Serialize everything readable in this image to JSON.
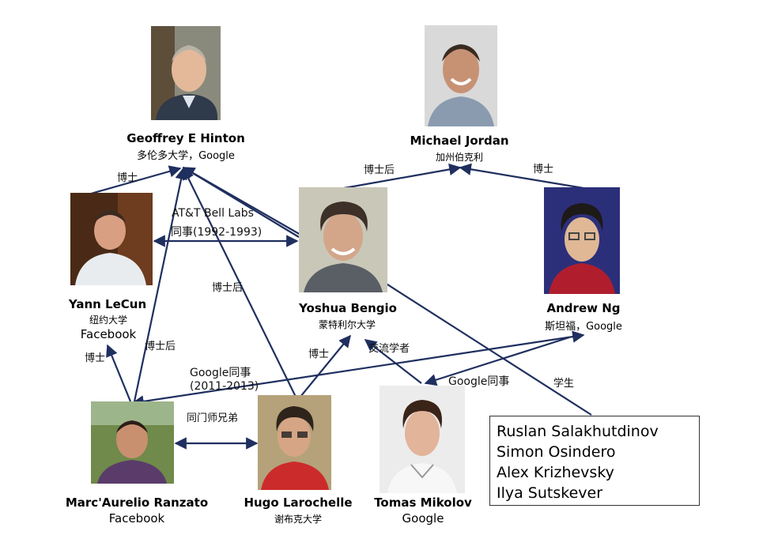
{
  "people": {
    "hinton": {
      "name": "Geoffrey E Hinton",
      "affil": "多伦多大学，Google"
    },
    "jordan": {
      "name": "Michael Jordan",
      "affil": "加州伯克利"
    },
    "lecun": {
      "name": "Yann LeCun",
      "affil": "纽约大学",
      "affil2": "Facebook"
    },
    "bengio": {
      "name": "Yoshua Bengio",
      "affil": "蒙特利尔大学"
    },
    "ng": {
      "name": "Andrew Ng",
      "affil": "斯坦福，Google"
    },
    "ranzato": {
      "name": "Marc'Aurelio Ranzato",
      "affil": "Facebook"
    },
    "larochelle": {
      "name": "Hugo Larochelle",
      "affil": "谢布克大学"
    },
    "mikolov": {
      "name": "Tomas Mikolov",
      "affil": "Google"
    }
  },
  "edges": {
    "lecun_hinton": "博士",
    "bell_labs_1": "AT&T Bell Labs",
    "bell_labs_2": "同事(1992-1993)",
    "bengio_jordan": "博士后",
    "ng_jordan": "博士",
    "larochelle_hinton": "博士后",
    "ranzato_hinton": "博士后",
    "ranzato_lecun": "博士",
    "google_colleague_1": "Google同事",
    "google_colleague_2": "(2011-2013)",
    "larochelle_bengio": "博士",
    "mikolov_bengio": "交流学者",
    "mikolov_ng": "Google同事",
    "students_hinton": "学生",
    "ranzato_larochelle": "同门师兄弟"
  },
  "students": [
    "Ruslan Salakhutdinov",
    "Simon Osindero",
    "Alex Krizhevsky",
    "Ilya Sutskever"
  ],
  "colors": {
    "arrow": "#1f2f5f",
    "box_border": "#333333"
  }
}
